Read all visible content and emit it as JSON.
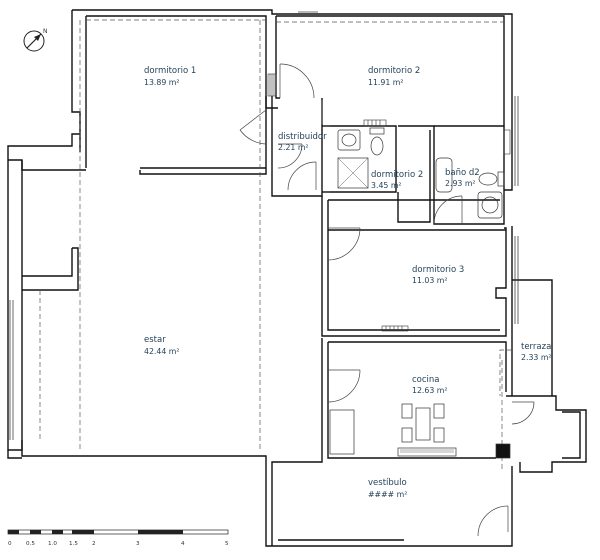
{
  "north_label": "N",
  "rooms": {
    "dormitorio1": {
      "name": "dormitorio 1",
      "area": "13.89 m²"
    },
    "dormitorio2": {
      "name": "dormitorio 2",
      "area": "11.91 m²"
    },
    "distribuidor": {
      "name": "distribuidor",
      "area": "2.21 m²"
    },
    "bano2": {
      "name": "dormitorio 2",
      "area": "3.45 m²"
    },
    "banod2": {
      "name": "baño d2",
      "area": "2.93 m²"
    },
    "dormitorio3": {
      "name": "dormitorio 3",
      "area": "11.03 m²"
    },
    "estar": {
      "name": "estar",
      "area": "42.44 m²"
    },
    "terraza": {
      "name": "terraza",
      "area": "2.33 m²"
    },
    "cocina": {
      "name": "cocina",
      "area": "12.63 m²"
    },
    "vestibulo": {
      "name": "vestíbulo",
      "area": "#### m²"
    }
  },
  "scale_bar": [
    "0",
    "0.5",
    "1.0",
    "1.5",
    "2",
    "3",
    "4",
    "5"
  ],
  "colors": {
    "wall": "#111111",
    "label": "#1f3f58",
    "line": "#555555"
  }
}
